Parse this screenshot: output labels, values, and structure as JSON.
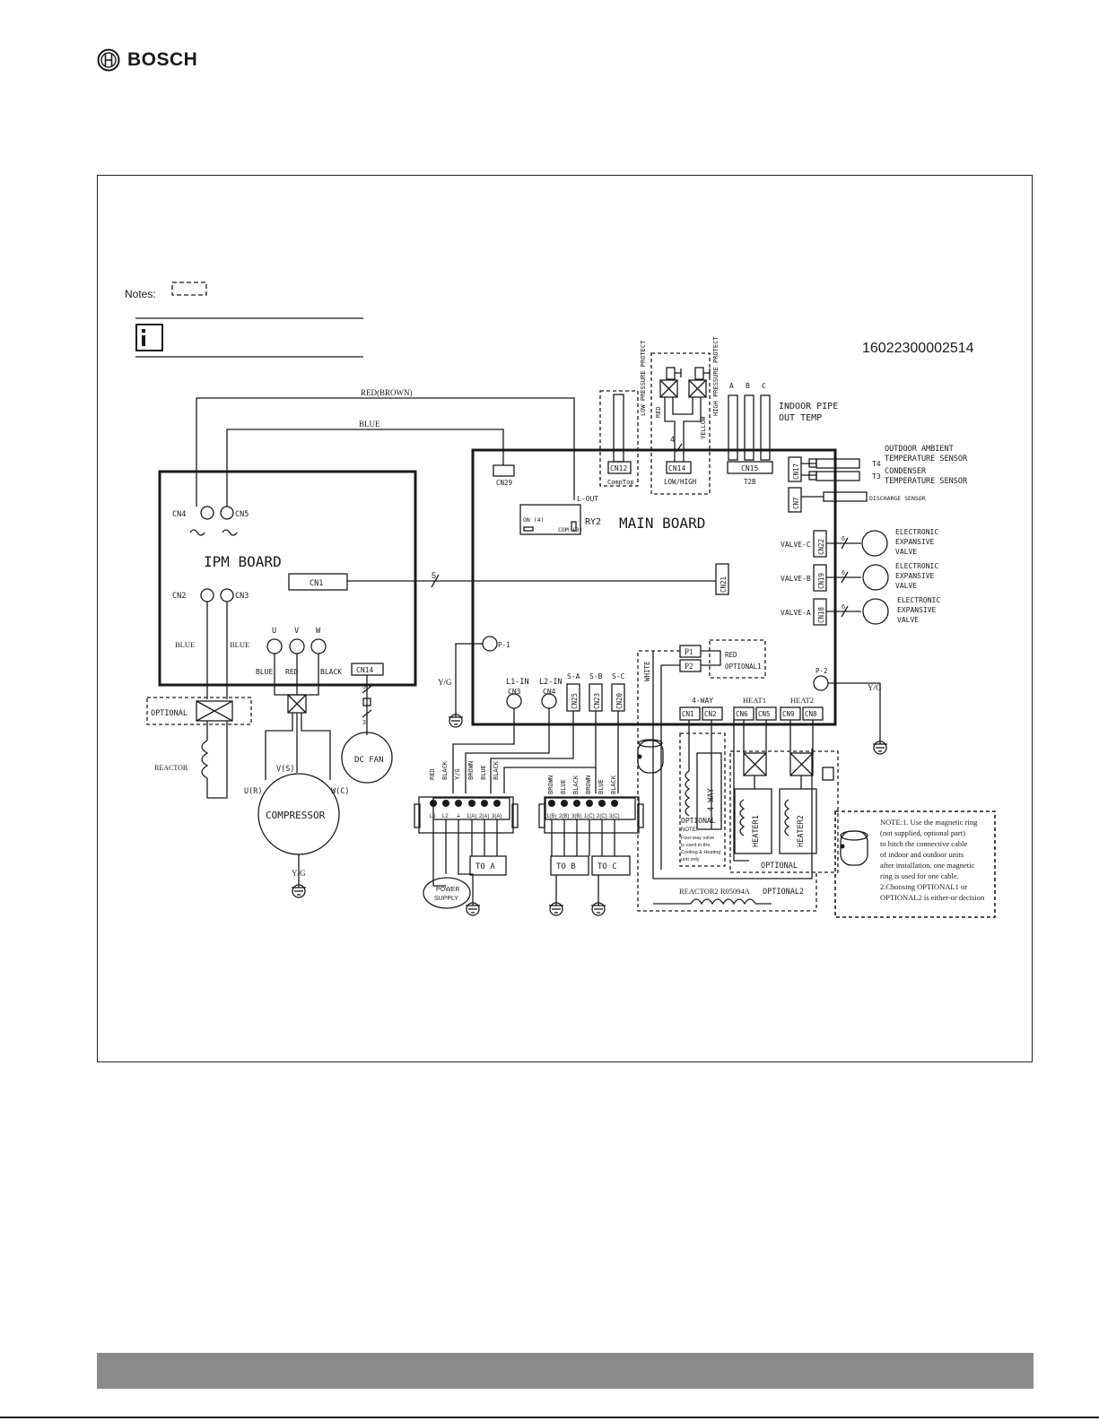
{
  "header": {
    "brand": "BOSCH"
  },
  "notes": {
    "label": "Notes:"
  },
  "part_number": "16022300002514",
  "wires": {
    "red_brown": "RED(BROWN)",
    "blue": "BLUE",
    "blue_left": "BLUE",
    "blue_right": "BLUE",
    "five": "5",
    "four": "4",
    "three_a": "3",
    "three_b": "3",
    "y_g_1": "Y/G",
    "y_g_2": "Y/G",
    "y_g_3": "Y/G",
    "white": "WHITE"
  },
  "ipm_board": {
    "title": "IPM BOARD",
    "cn4": "CN4",
    "cn5": "CN5",
    "cn1": "CN1",
    "cn2": "CN2",
    "cn3": "CN3",
    "cn14": "CN14",
    "u": "U",
    "v": "V",
    "w": "W",
    "blue": "BLUE",
    "red": "RED",
    "black": "BLACK"
  },
  "main_board": {
    "title": "MAIN BOARD",
    "cn29": "CN29",
    "cn12": "CN12",
    "comptop": "CompTop",
    "cn14": "CN14",
    "low_high": "LOW/HIGH",
    "cn15": "CN15",
    "t2b": "T2B",
    "cn17": "CN17",
    "cn7": "CN7",
    "cn22": "CN22",
    "cn19": "CN19",
    "cn18": "CN18",
    "cn21": "CN21",
    "l_out": "L-OUT",
    "ry2": "RY2",
    "on4": "ON (4)",
    "com3": "COM (3)",
    "valve_c": "VALVE-C",
    "valve_b": "VALVE-B",
    "valve_a": "VALVE-A",
    "six_c": "6",
    "six_b": "6",
    "six_a": "6",
    "p1_label": "P-1",
    "p2_label": "P-2",
    "p1": "P1",
    "p2": "P2",
    "red": "RED",
    "optional1": "OPTIONAL1",
    "l1_in": "L1-IN",
    "l2_in": "L2-IN",
    "cn3": "CN3",
    "cn4": "CN4",
    "s_a": "S-A",
    "s_b": "S-B",
    "s_c": "S-C",
    "cn25": "CN25",
    "cn23": "CN23",
    "cn20": "CN20",
    "four_way": "4-WAY",
    "heat1": "HEAT1",
    "heat2": "HEAT2",
    "cn1": "CN1",
    "cn2": "CN2",
    "cn6": "CN6",
    "cn5": "CN5",
    "cn9": "CN9",
    "cn8": "CN8"
  },
  "sensors": {
    "low_pressure": "LOW PRESSURE PROTECT",
    "high_pressure": "HIGH PRESSURE PROTECT",
    "red": "RED",
    "yellow": "YELLOW",
    "a": "A",
    "b": "B",
    "c": "C",
    "indoor_pipe_1": "INDOOR PIPE",
    "indoor_pipe_2": "OUT TEMP",
    "t4": "T4",
    "t3": "T3",
    "outdoor_1": "OUTDOOR AMBIENT",
    "outdoor_2": "TEMPERATURE SENSOR",
    "condenser_1": "CONDENSER",
    "condenser_2": "TEMPERATURE SENSOR",
    "discharge": "DISCHARGE SENSOR",
    "eev1": "ELECTRONIC",
    "eev2": "EXPANSIVE",
    "eev3": "VALVE"
  },
  "components": {
    "optional": "OPTIONAL",
    "reactor": "REACTOR",
    "v_s": "V(S)",
    "u_r": "U(R)",
    "w_c": "W(C)",
    "compressor": "COMPRESSOR",
    "dc_fan": "DC FAN",
    "four_way_coil": "4-WAY",
    "optional_note": "OPTIONAL",
    "note_label": "NOTE:",
    "note_1": "Four-way valve",
    "note_2": "is used in the",
    "note_3": "Cooling & Heating",
    "note_4": "unit only",
    "heater1": "HEATER1",
    "heater2": "HEATER2",
    "optional_heaters": "OPTIONAL",
    "reactor2": "REACTOR2 R05094A",
    "optional2": "OPTIONAL2"
  },
  "terminals": {
    "left_wires": [
      "RED",
      "BLACK",
      "Y/G",
      "BROWN",
      "BLUE",
      "BLACK"
    ],
    "left_terms": [
      "L1",
      "L2",
      "⏚",
      "1(A)",
      "2(A)",
      "3(A)"
    ],
    "right_wires": [
      "BROWN",
      "BLUE",
      "BLACK",
      "BROWN",
      "BLUE",
      "BLACK"
    ],
    "right_terms": [
      "1(B)",
      "2(B)",
      "3(B)",
      "1(C)",
      "2(C)",
      "3(C)"
    ],
    "to_a": "TO A",
    "to_b": "TO B",
    "to_c": "TO C",
    "power_1": "POWER",
    "power_2": "SUPPLY"
  },
  "magnetic_note": [
    "NOTE:1. Use the magnetic ring",
    "(not supplied, optional part)",
    "to hitch the connective cable",
    "of indoor and outdoor units",
    "after installation. one magnetic",
    " ring is used for one cable.",
    "2.Choosing  OPTIONAL1 or",
    "OPTIONAL2 is either-or decision"
  ],
  "colors": {
    "footer_bar": "#8a8a8a",
    "line": "#1a1a1a"
  }
}
